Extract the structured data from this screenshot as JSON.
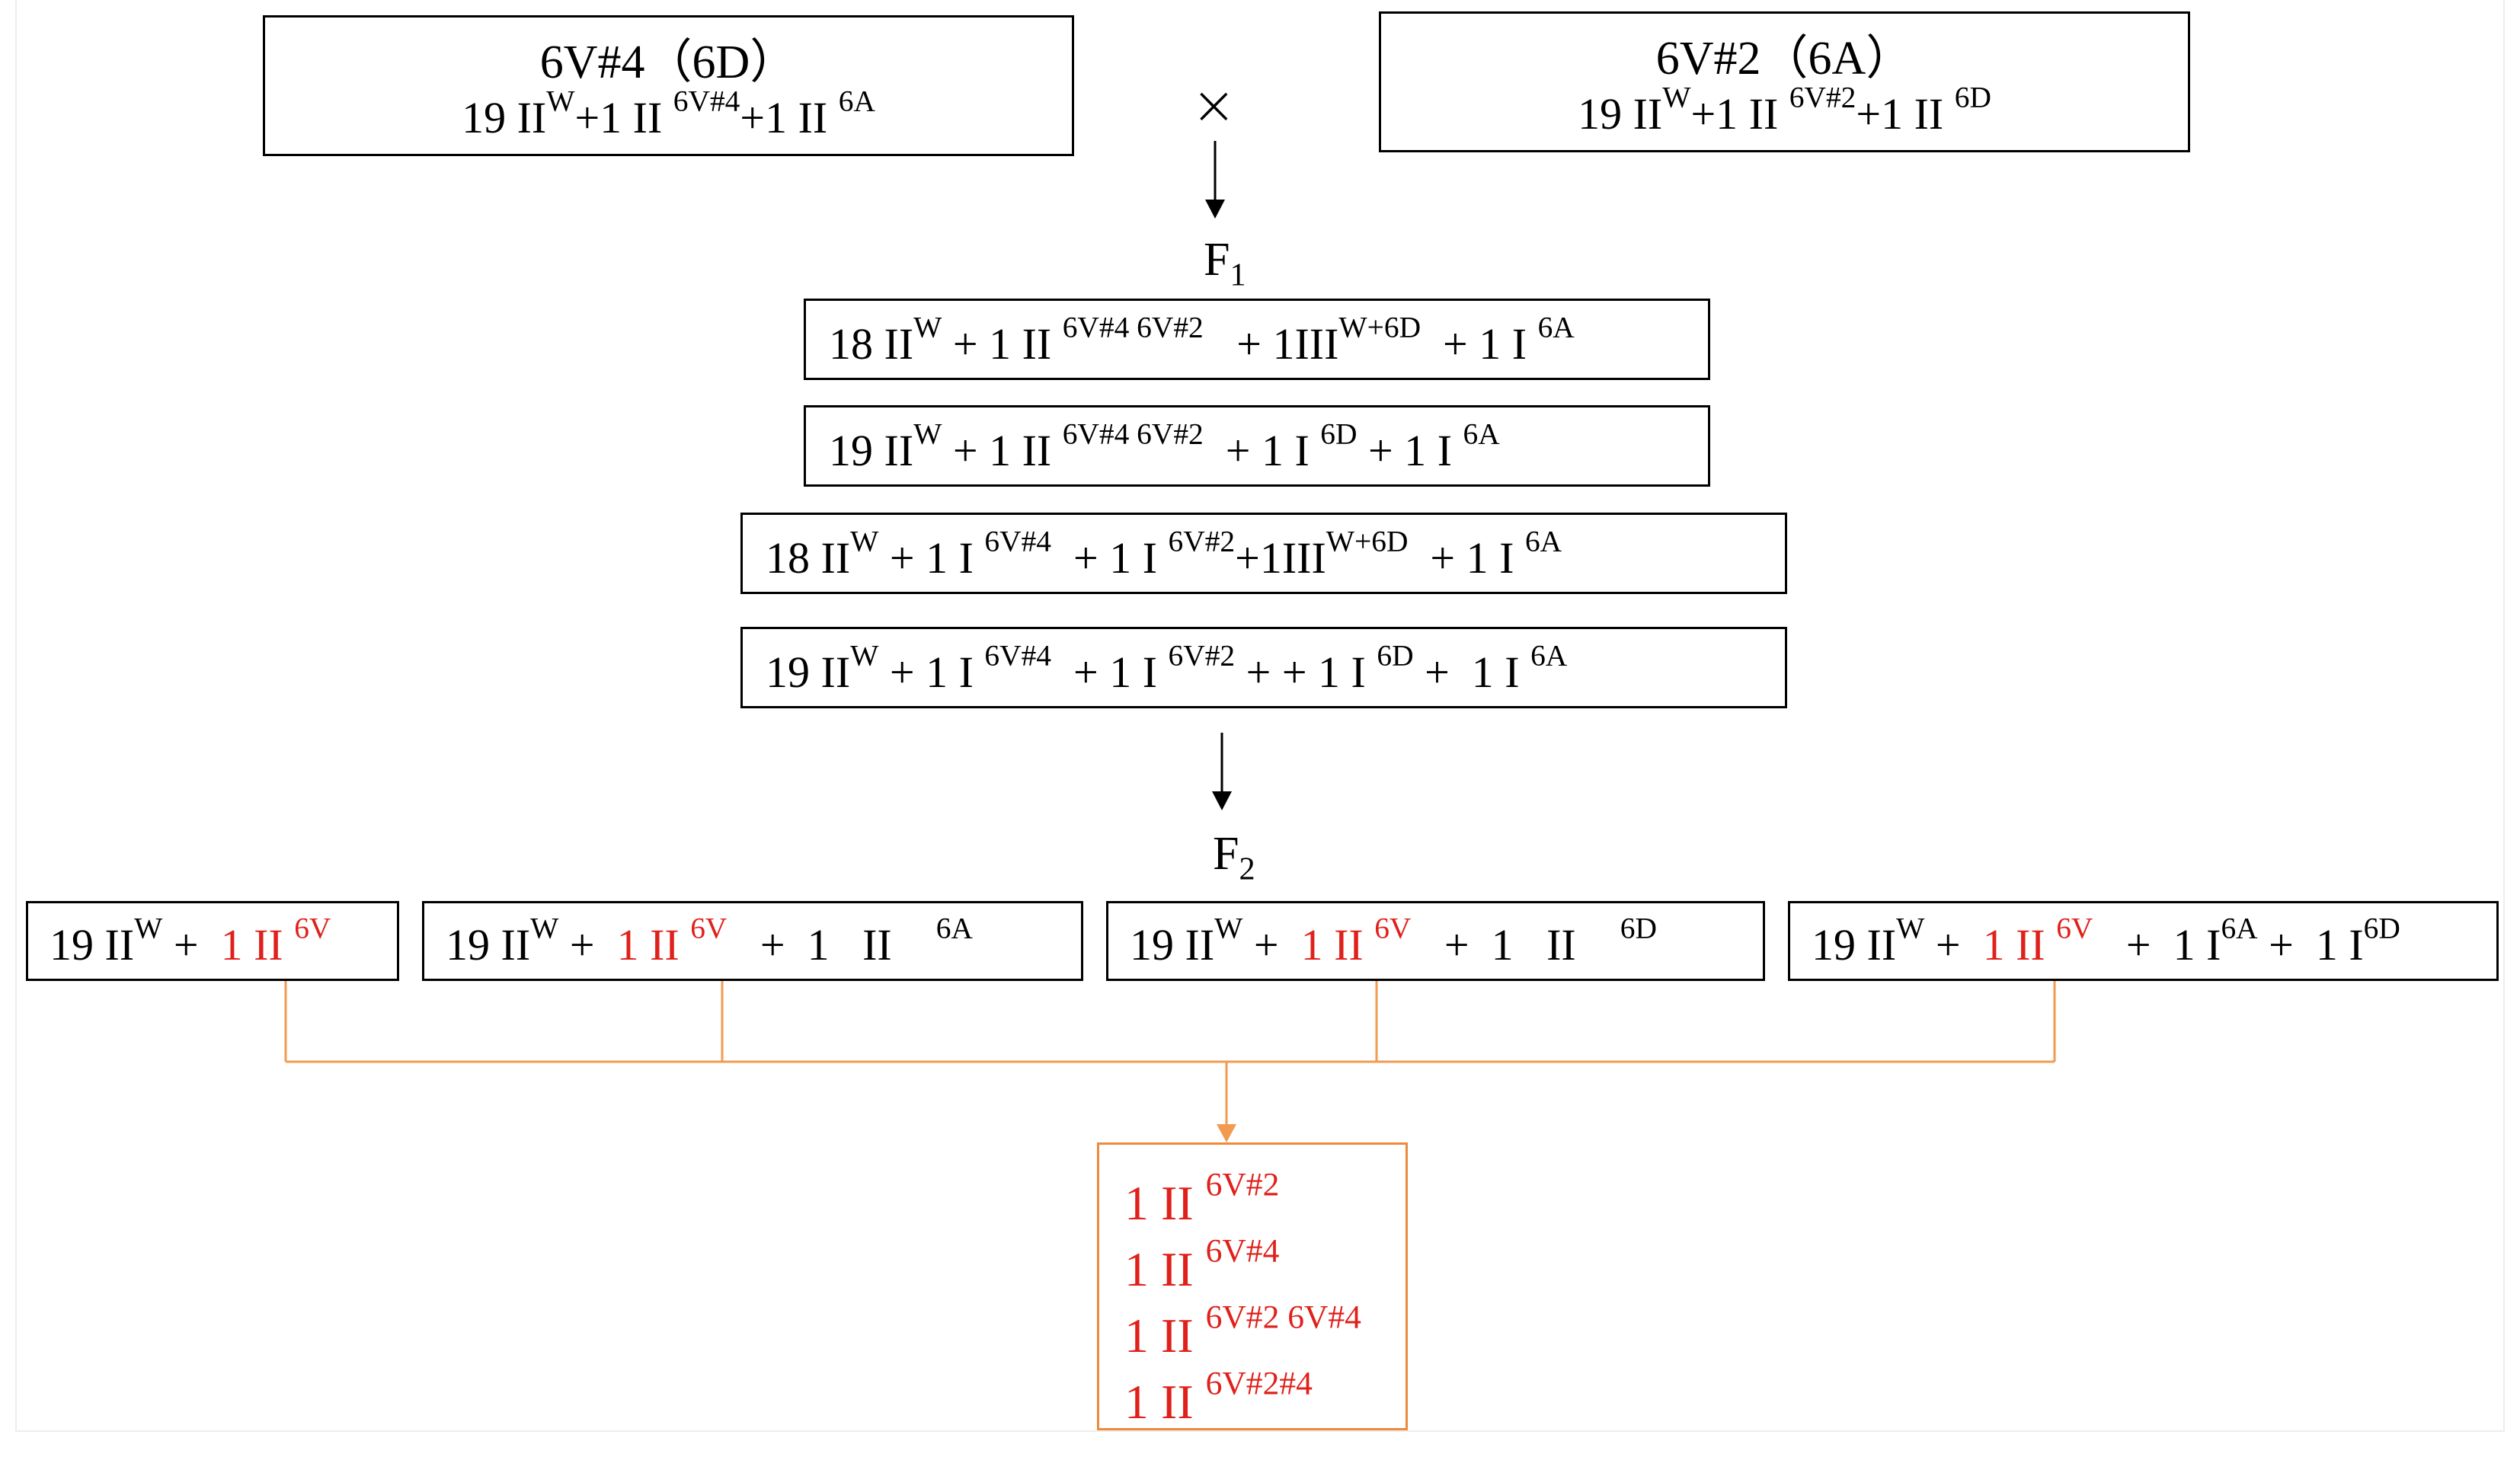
{
  "parents": {
    "left": {
      "title": "6V#4（6D）",
      "base": "19 II",
      "sup_w": "W",
      "plus1": "+1 II ",
      "sup_a": "6V#4",
      "plus2": "+1 II ",
      "sup_b": "6A"
    },
    "cross_symbol": "×",
    "right": {
      "title": "6V#2（6A）",
      "base": "19 II",
      "sup_w": "W",
      "plus1": "+1 II ",
      "sup_a": "6V#2",
      "plus2": "+1 II ",
      "sup_b": "6D"
    }
  },
  "f1": {
    "label_base": "F",
    "label_sub": "1",
    "rows": [
      {
        "t1": "18 II",
        "s1": "W",
        "t2": " + 1 II ",
        "s2": "6V#4 6V#2",
        "t3": "   + 1III",
        "s3": "W+6D",
        "t4": "  + 1 I ",
        "s4": "6A"
      },
      {
        "t1": "19 II",
        "s1": "W",
        "t2": " + 1 II ",
        "s2": "6V#4 6V#2",
        "t3": "  + 1 I ",
        "s3": "6D",
        "t4": " + 1 I ",
        "s4": "6A"
      },
      {
        "t1": "18 II",
        "s1": "W",
        "t2": " + 1 I ",
        "s2": "6V#4",
        "t3": "  + 1 I ",
        "s3": "6V#2",
        "t4": "+1III",
        "s4": "W+6D",
        "t5": "  + 1 I ",
        "s5": "6A"
      },
      {
        "t1": "19 II",
        "s1": "W",
        "t2": " + 1 I ",
        "s2": "6V#4",
        "t3": "  + 1 I ",
        "s3": "6V#2",
        "t4": " + + 1 I ",
        "s4": "6D",
        "t5": " +  1 I ",
        "s5": "6A"
      }
    ]
  },
  "f2": {
    "label_base": "F",
    "label_sub": "2",
    "boxes": [
      {
        "t1": "19 II",
        "s1": "W",
        "t2": " +  ",
        "r1": "1 II ",
        "rs1": "6V"
      },
      {
        "t1": "19 II",
        "s1": "W",
        "t2": " +  ",
        "r1": "1 II ",
        "rs1": "6V",
        "t3": "   +  1   II    ",
        "s3": "6A"
      },
      {
        "t1": "19 II",
        "s1": "W",
        "t2": " +  ",
        "r1": "1 II ",
        "rs1": "6V",
        "t3": "   +  1   II    ",
        "s3": "6D"
      },
      {
        "t1": "19 II",
        "s1": "W",
        "t2": " +  ",
        "r1": "1 II ",
        "rs1": "6V",
        "t3": "   +  1 I",
        "s3": "6A",
        "t4": " +  1 I",
        "s4": "6D"
      }
    ]
  },
  "result": {
    "lines": [
      {
        "base": "1 II ",
        "sup": "6V#2"
      },
      {
        "base": "1 II ",
        "sup": "6V#4"
      },
      {
        "base": "1 II ",
        "sup": "6V#2 6V#4"
      },
      {
        "base": "1 II ",
        "sup": "6V#2#4"
      }
    ]
  },
  "colors": {
    "text": "#000000",
    "highlight_red": "#e0201b",
    "connector_orange": "#f29b50",
    "result_border_orange": "#ee8a3a"
  }
}
